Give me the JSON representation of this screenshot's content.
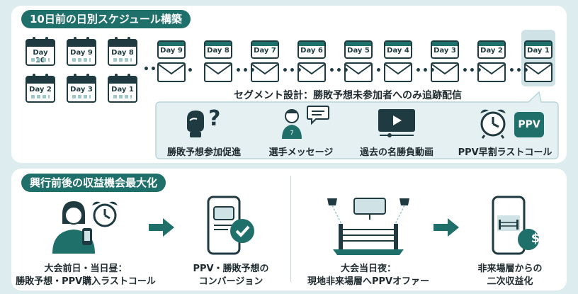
{
  "top": {
    "title": "10日前の日別スケジュール構築",
    "grid_calendars": [
      "Day 10",
      "Day 9",
      "Day 8",
      "Day 2",
      "Day 3",
      "Day 1"
    ],
    "timeline": [
      "Day 9",
      "Day 8",
      "Day 7",
      "Day 6",
      "Day 5",
      "Day 4",
      "Day 3",
      "Day 2",
      "Day 1"
    ],
    "segment_label": "セグメント設計：勝敗予想未参加者へのみ追跡配信",
    "callout_items": [
      {
        "label": "勝敗予想参加促進",
        "icon": "glove-question-icon"
      },
      {
        "label": "選手メッセージ",
        "icon": "athlete-speech-icon"
      },
      {
        "label": "過去の名勝負動画",
        "icon": "video-play-icon"
      },
      {
        "label": "PPV早割ラストコール",
        "icon": "alarm-ppv-icon"
      }
    ],
    "ppv_badge": "PPV"
  },
  "bottom": {
    "title": "興行前後の収益機会最大化",
    "steps": [
      {
        "line1": "大会前日・当日昼：",
        "line2": "勝敗予想・PPV購入ラストコール"
      },
      {
        "line1": "PPV・勝敗予想の",
        "line2": "コンバージョン"
      },
      {
        "line1": "大会当日夜：",
        "line2": "現地非来場層へPPVオファー"
      },
      {
        "line1": "非来場層からの",
        "line2": "二次収益化"
      }
    ],
    "dollar": "$"
  },
  "colors": {
    "accent": "#1f6f6a",
    "dark": "#1f3a40",
    "light": "#cfe3e6",
    "bg": "#dcecef"
  }
}
